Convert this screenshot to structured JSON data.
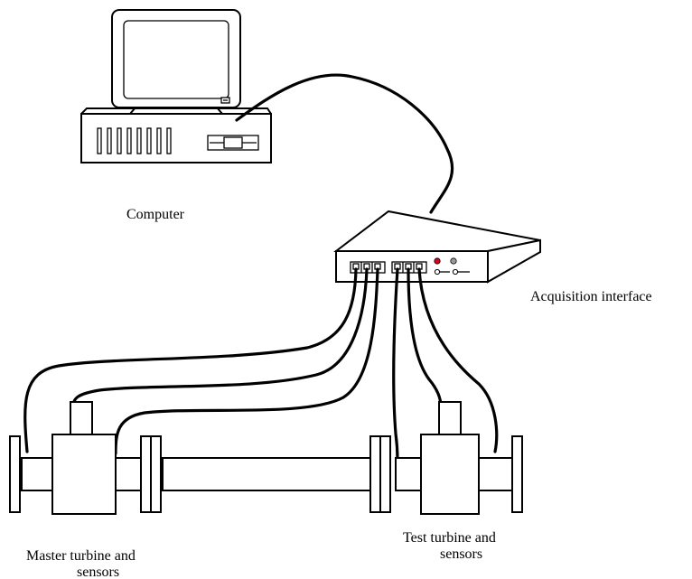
{
  "labels": {
    "computer": "Computer",
    "acquisition": "Acquisition interface",
    "master_line1": "Master turbine and",
    "master_line2": "sensors",
    "test_line1": "Test turbine and",
    "test_line2": "sensors"
  },
  "colors": {
    "red_led": "#e0001b",
    "grey_led": "#999999",
    "line": "#000000"
  }
}
